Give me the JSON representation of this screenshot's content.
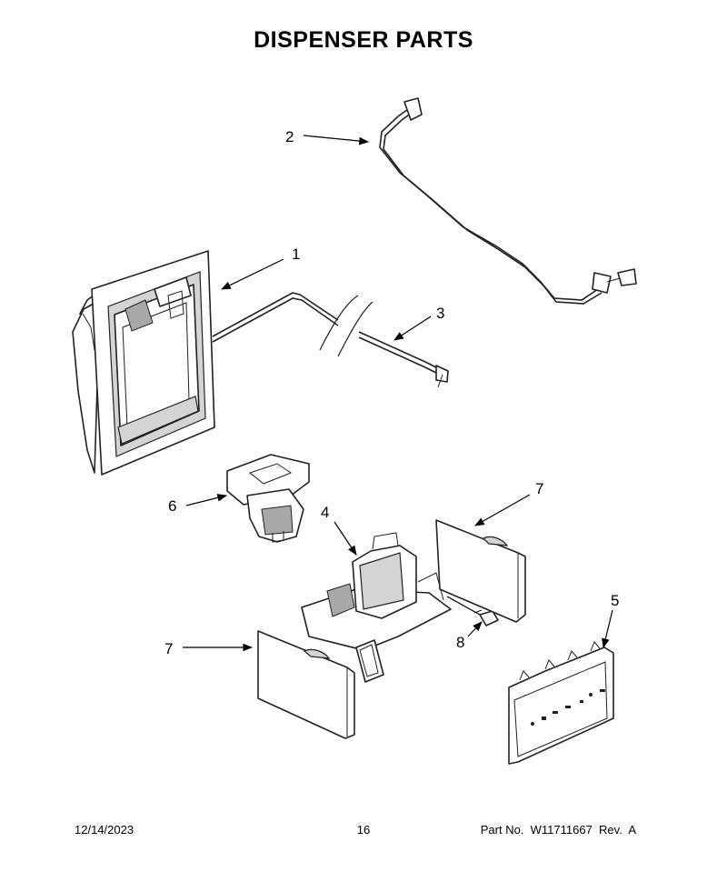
{
  "title": "DISPENSER PARTS",
  "callouts": [
    "1",
    "2",
    "3",
    "4",
    "5",
    "6",
    "7",
    "7",
    "8"
  ],
  "footer": {
    "date": "12/14/2023",
    "page": "16",
    "part_no": "Part No.  W11711667  Rev.  A"
  }
}
